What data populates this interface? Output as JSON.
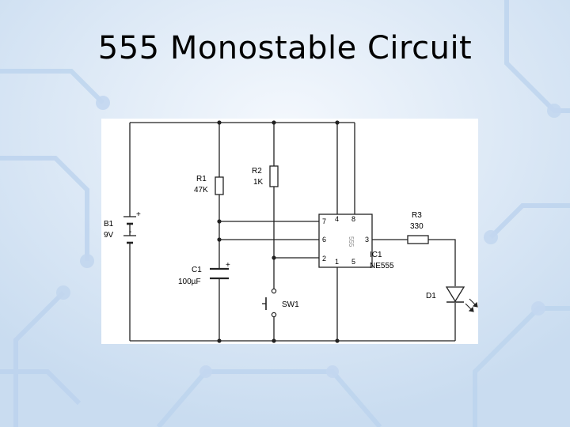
{
  "slide": {
    "title": "555 Monostable Circuit"
  },
  "colors": {
    "wire": "#222222",
    "panel": "#ffffff",
    "background": "#dfe9f5",
    "trace": "#bcd3ee"
  },
  "components": {
    "b1": {
      "name": "B1",
      "value": "9V",
      "plus": "+",
      "minus": "-"
    },
    "r1": {
      "name": "R1",
      "value": "47K"
    },
    "r2": {
      "name": "R2",
      "value": "1K"
    },
    "c1": {
      "name": "C1",
      "value": "100µF",
      "plus": "+"
    },
    "sw1": {
      "name": "SW1"
    },
    "ic1": {
      "name": "IC1",
      "part": "NE555",
      "chip_text": "555",
      "pins": {
        "p1": "1",
        "p2": "2",
        "p3": "3",
        "p4": "4",
        "p5": "5",
        "p6": "6",
        "p7": "7",
        "p8": "8"
      }
    },
    "r3": {
      "name": "R3",
      "value": "330"
    },
    "d1": {
      "name": "D1"
    }
  }
}
